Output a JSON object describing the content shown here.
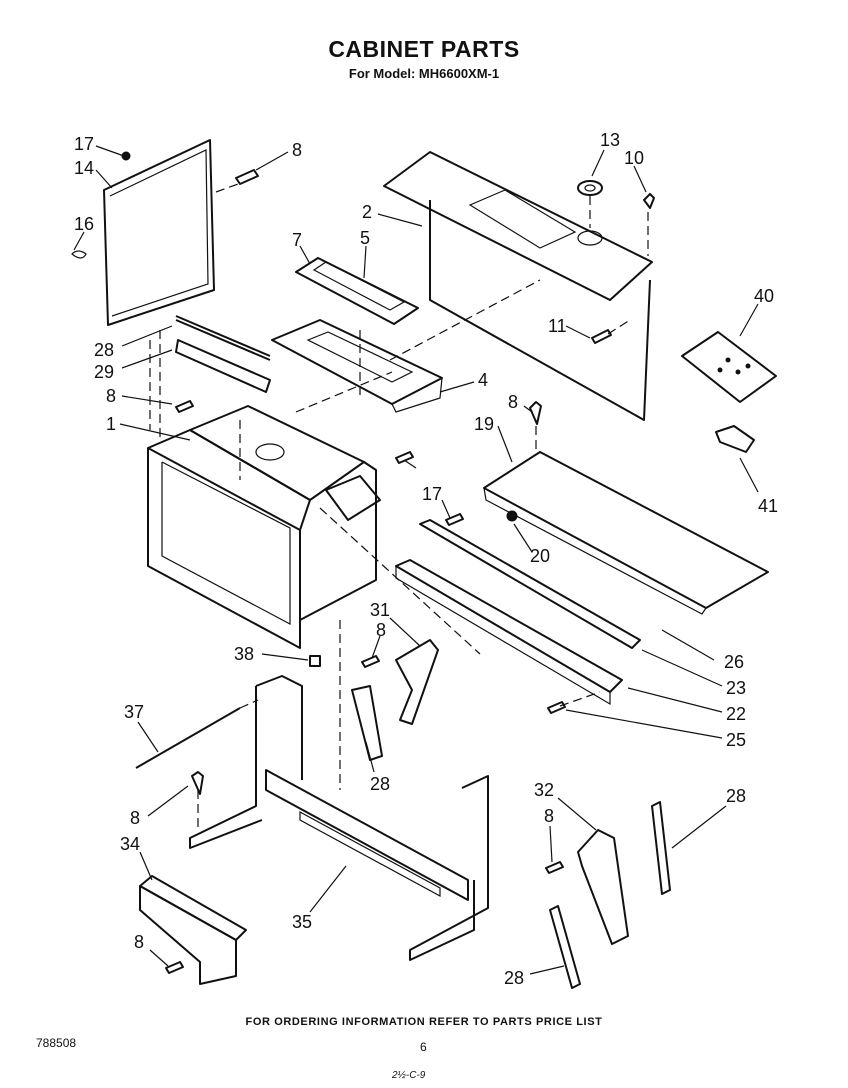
{
  "title": "CABINET PARTS",
  "subtitle": "For Model: MH6600XM-1",
  "footer": "FOR ORDERING INFORMATION REFER TO PARTS PRICE LIST",
  "doc_number": "788508",
  "page_number": "6",
  "handwritten_note": "2½-C-9",
  "callouts": [
    "17",
    "14",
    "16",
    "8",
    "2",
    "13",
    "10",
    "7",
    "5",
    "40",
    "11",
    "28",
    "29",
    "4",
    "8",
    "1",
    "8",
    "19",
    "17",
    "20",
    "41",
    "31",
    "8",
    "38",
    "26",
    "23",
    "37",
    "22",
    "25",
    "28",
    "8",
    "32",
    "28",
    "8",
    "34",
    "35",
    "8",
    "28"
  ]
}
